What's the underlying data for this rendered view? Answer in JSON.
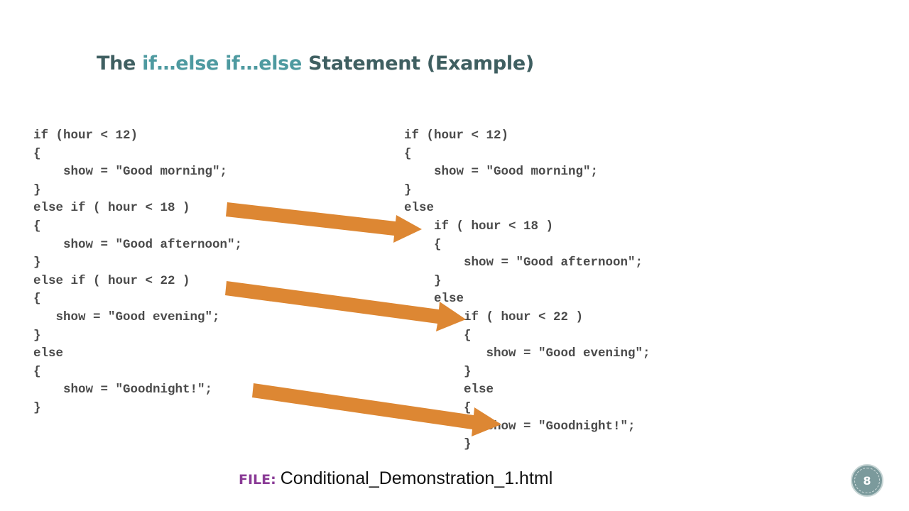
{
  "slide": {
    "title_parts": {
      "before": "The ",
      "highlight": "if…else if…else",
      "after": " Statement (Example)"
    },
    "accent_color": "#4e9aa0",
    "arrow_color": "#dd8733",
    "file_label": "FILE:",
    "file_name": "Conditional_Demonstration_1.html",
    "page_number": "8"
  },
  "code_left": [
    "if (hour < 12)",
    "{",
    "    show = \"Good morning\";",
    "}",
    "else if ( hour < 18 )",
    "{",
    "    show = \"Good afternoon\";",
    "}",
    "else if ( hour < 22 )",
    "{",
    "   show = \"Good evening\";",
    "}",
    "else",
    "{",
    "    show = \"Goodnight!\";",
    "}"
  ],
  "code_right": [
    "if (hour < 12)",
    "{",
    "    show = \"Good morning\";",
    "}",
    "else",
    "    if ( hour < 18 )",
    "    {",
    "        show = \"Good afternoon\";",
    "    }",
    "    else",
    "        if ( hour < 22 )",
    "        {",
    "           show = \"Good evening\";",
    "        }",
    "        else",
    "        {",
    "           show = \"Goodnight!\";",
    "        }"
  ]
}
